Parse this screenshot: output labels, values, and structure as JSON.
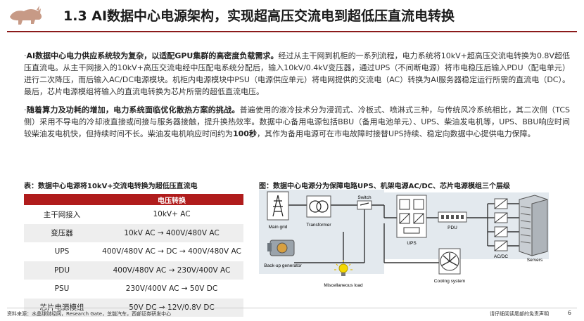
{
  "header": {
    "title": "1.3 AI数据中心电源架构，实现超高压交流电到超低压直流电转换"
  },
  "para1": {
    "bullet": "·",
    "bold": "AI数据中心电力供应系统较为复杂，以适配GPU集群的高密度负载需求。",
    "text": "经过从主干网到机柜的一系列流程，电力系统将10kV+超高压交流电转换为0.8V超低压直流电。从主干网接入的10kV+高压交流电经中压配电系统分配后，输入10kV/0.4kV变压器，通过UPS（不间断电源）将市电稳压后输入PDU（配电单元）进行二次降压，而后输入AC/DC电源模块。机柜内电源模块中PSU（电源供应单元）将电网提供的交流电（AC）转换为AI服务器稳定运行所需的直流电（DC）。最后，芯片电源模组将输入的直流电转换为芯片所需的超低直流电压。"
  },
  "para2": {
    "bullet": "·",
    "bold": "随着算力及功耗的增加，电力系统面临优化散热方案的挑战。",
    "text_a": "普遍使用的液冷技术分为浸润式、冷板式、喷淋式三种，与传统风冷系统相比，其二次侧（TCS侧）采用不导电的冷却液直接或间接与服务器接触，提升换热效率。数据中心备用电源包括BBU（备用电池单元）、UPS、柴油发电机等，UPS、BBU响应时间较柴油发电机快，但持续时间不长。柴油发电机响应时间约为",
    "bold_num": "100秒",
    "text_b": "，其作为备用电源可在市电故障时接替UPS持续、稳定向数据中心提供电力保障。"
  },
  "table": {
    "caption": "表：数据中心电源将10kV+交流电转换为超低压直流电",
    "header": "电压转换",
    "rows": [
      {
        "label": "主干网接入",
        "value": "10kV+ AC"
      },
      {
        "label": "变压器",
        "value": "10kV AC → 400V/480V AC"
      },
      {
        "label": "UPS",
        "value": "400V/480V AC → DC → 400V/480V AC"
      },
      {
        "label": "PDU",
        "value": "400V/480V AC → 230V/400V AC"
      },
      {
        "label": "PSU",
        "value": "230V/400V AC → 50V DC"
      },
      {
        "label": "芯片电源模组",
        "value": "50V DC → 12V/0.8V DC"
      }
    ]
  },
  "figure": {
    "caption": "图：数据中心电源分为保障电路UPS、机架电源AC/DC、芯片电源模组三个层级",
    "labels": {
      "main_grid": "Main grid",
      "transformer": "Transformer",
      "switch": "Switch",
      "ups": "UPS",
      "pdu": "PDU",
      "acdc": "AC/DC",
      "servers": "Servers",
      "backup": "Back-up generator",
      "misc": "Miscellaneous load",
      "cooling": "Cooling system"
    }
  },
  "footer": {
    "source": "资料来源：水晶球财经网，Research Gate，芝能汽车，西部证券研发中心",
    "disclaimer": "请仔细阅读尾部的免责声明",
    "page": "6"
  },
  "colors": {
    "accent": "#b01c1c",
    "header_line": "#8b1a1a",
    "diagram_bg": "#e3e9ee"
  }
}
